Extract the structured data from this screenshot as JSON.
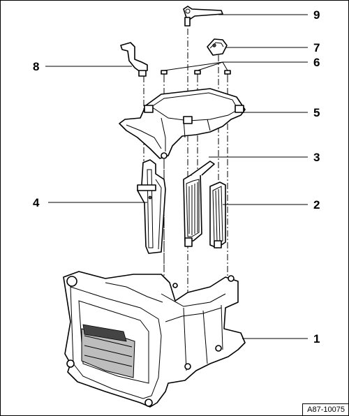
{
  "callouts": [
    {
      "id": "1",
      "label": "1"
    },
    {
      "id": "2",
      "label": "2"
    },
    {
      "id": "3",
      "label": "3"
    },
    {
      "id": "4",
      "label": "4"
    },
    {
      "id": "5",
      "label": "5"
    },
    {
      "id": "6",
      "label": "6"
    },
    {
      "id": "7",
      "label": "7"
    },
    {
      "id": "8",
      "label": "8"
    },
    {
      "id": "9",
      "label": "9"
    }
  ],
  "figure_ref": "A87-10075"
}
